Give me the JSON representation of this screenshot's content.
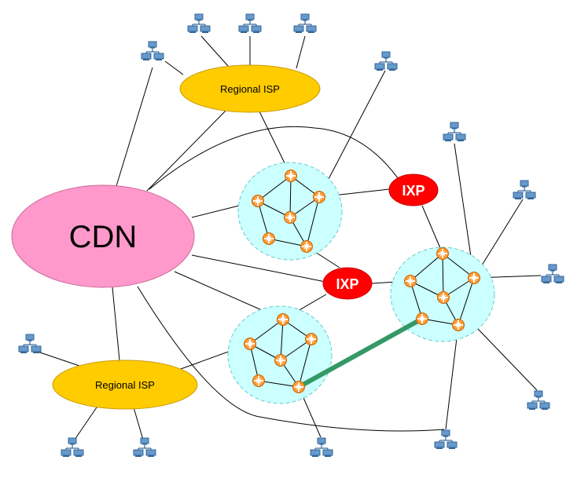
{
  "cdn": {
    "label": "CDN",
    "color": "#ff99cc"
  },
  "regional_isps": [
    {
      "label": "Regional ISP"
    },
    {
      "label": "Regional ISP"
    }
  ],
  "ixps": [
    {
      "label": "IXP"
    },
    {
      "label": "IXP"
    }
  ],
  "colors": {
    "isp": "#ffcc00",
    "ixp": "#ff0000",
    "cloud": "#ccffff",
    "router": "#ff9933",
    "private_link": "#339966",
    "host": "#6699cc"
  },
  "icons": {
    "router": "router-icon",
    "host": "host-cluster-icon"
  }
}
